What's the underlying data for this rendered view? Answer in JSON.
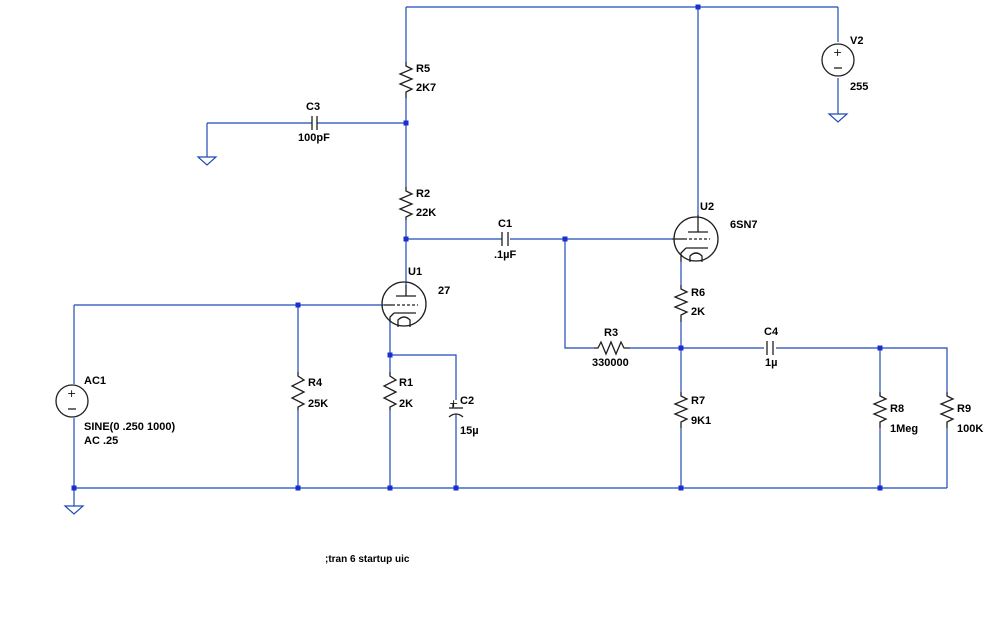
{
  "components": {
    "R5": {
      "name": "R5",
      "value": "2K7"
    },
    "R2": {
      "name": "R2",
      "value": "22K"
    },
    "C3": {
      "name": "C3",
      "value": "100pF"
    },
    "C1": {
      "name": "C1",
      "value": ".1µF"
    },
    "U1": {
      "name": "U1",
      "value": "27"
    },
    "U2": {
      "name": "U2",
      "value": "6SN7"
    },
    "R6": {
      "name": "R6",
      "value": "2K"
    },
    "R3": {
      "name": "R3",
      "value": "330000"
    },
    "C4": {
      "name": "C4",
      "value": "1µ"
    },
    "R4": {
      "name": "R4",
      "value": "25K"
    },
    "R1": {
      "name": "R1",
      "value": "2K"
    },
    "C2": {
      "name": "C2",
      "value": "15µ"
    },
    "R7": {
      "name": "R7",
      "value": "9K1"
    },
    "R8": {
      "name": "R8",
      "value": "1Meg"
    },
    "R9": {
      "name": "R9",
      "value": "100K"
    },
    "V2": {
      "name": "V2",
      "value": "255"
    },
    "AC1": {
      "name": "AC1",
      "value_line1": "SINE(0 .250 1000)",
      "value_line2": "AC .25"
    }
  },
  "directive": ";tran 6 startup uic",
  "colors": {
    "wire": "#1f4bb8",
    "node": "#1a2fd0",
    "component": "#1f1f1f",
    "background": "#ffffff"
  }
}
